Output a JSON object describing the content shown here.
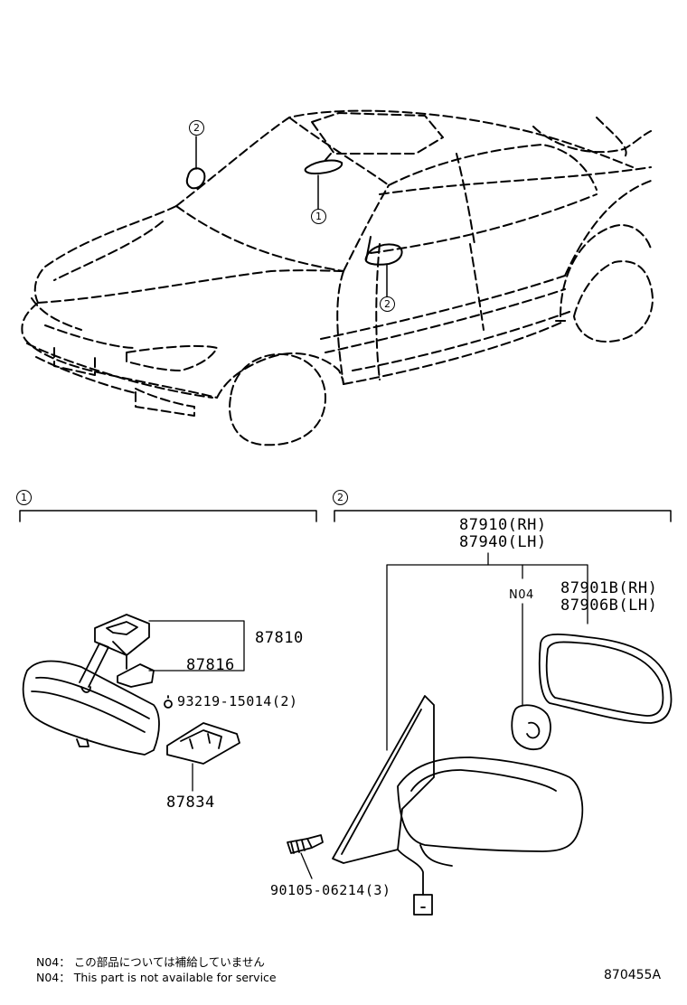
{
  "callouts": {
    "c1": "1",
    "c2": "2"
  },
  "sections": {
    "left_marker": "1",
    "right_marker": "2"
  },
  "parts": {
    "p87810": "87810",
    "p87816": "87816",
    "p93219": "93219-15014(2)",
    "p87834": "87834",
    "p87910": "87910(RH)",
    "p87940": "87940(LH)",
    "n04": "N04",
    "p87901": "87901B(RH)",
    "p87906": "87906B(LH)",
    "p90105": "90105-06214(3)"
  },
  "notes": {
    "jp_prefix": "N04：",
    "jp_text": "この部品については補給していません",
    "en_prefix": "N04：",
    "en_text": "This part is not available for service"
  },
  "diagram_code": "870455A"
}
